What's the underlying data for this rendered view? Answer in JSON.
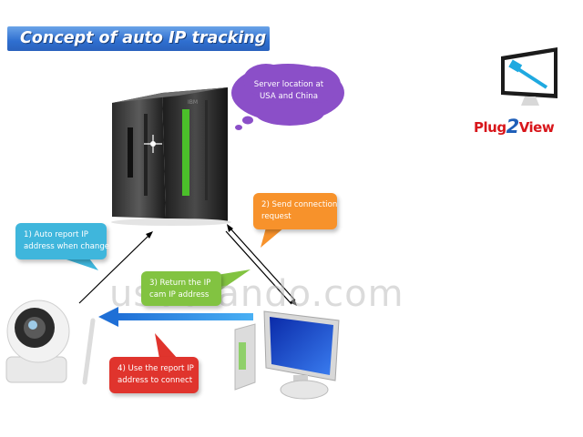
{
  "title": "Concept of auto IP tracking",
  "logo": {
    "prefix": "Plug",
    "number": "2",
    "suffix": "View"
  },
  "server_cloud": {
    "line1": "Server location at",
    "line2": "USA and China"
  },
  "steps": [
    {
      "line1": "1) Auto report IP",
      "line2": "address when change",
      "color": "#3fb6dc"
    },
    {
      "line1": "2) Send connection",
      "line2": "request",
      "color": "#f7922b"
    },
    {
      "line1": "3) Return the IP",
      "line2": "cam IP address",
      "color": "#82c341"
    },
    {
      "line1": "4) Use the report IP",
      "line2": "address to connect",
      "color": "#e0342d"
    }
  ],
  "watermark": "usbbrando.com",
  "icons": [
    "server-icon",
    "ip-camera-icon",
    "pc-monitor-icon",
    "monitor-logo-icon"
  ]
}
